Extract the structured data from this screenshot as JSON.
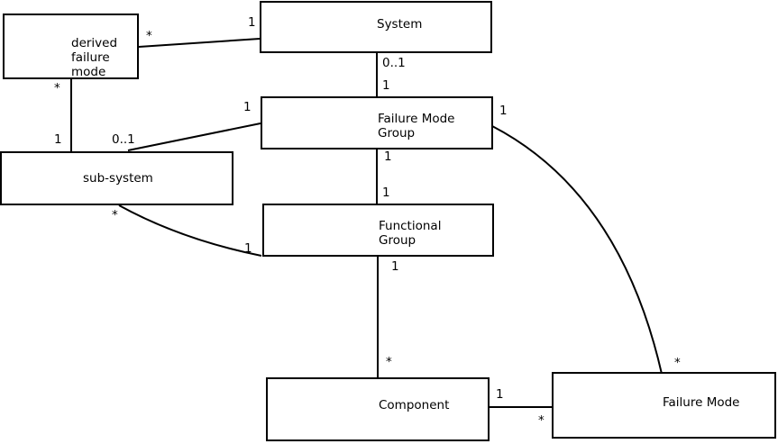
{
  "diagram": {
    "title": "system failure mode decomposition diagram",
    "colors": {
      "background": "#ffffff",
      "stroke": "#000000",
      "text": "#000000"
    },
    "boxes": [
      {
        "id": "derived-failure-mode",
        "label": "derived\nfailure\nmode"
      },
      {
        "id": "system",
        "label": "System"
      },
      {
        "id": "failure-mode-group",
        "label": "Failure Mode\nGroup"
      },
      {
        "id": "sub-system",
        "label": "sub-system"
      },
      {
        "id": "functional-group",
        "label": "Functional\nGroup"
      },
      {
        "id": "component",
        "label": "Component"
      },
      {
        "id": "failure-mode",
        "label": "Failure Mode"
      }
    ],
    "connections": [
      {
        "a": "derived-failure-mode",
        "a_mult": "*",
        "b": "system",
        "b_mult": "1"
      },
      {
        "a": "derived-failure-mode",
        "a_mult": "*",
        "b": "sub-system",
        "b_mult": "1"
      },
      {
        "a": "system",
        "a_mult": "0..1",
        "b": "failure-mode-group",
        "b_mult": "1"
      },
      {
        "a": "sub-system",
        "a_mult": "0..1",
        "b": "failure-mode-group",
        "b_mult": "1"
      },
      {
        "a": "failure-mode-group",
        "a_mult": "1",
        "b": "functional-group",
        "b_mult": "1"
      },
      {
        "a": "sub-system",
        "a_mult": "*",
        "b": "functional-group",
        "b_mult": "1"
      },
      {
        "a": "functional-group",
        "a_mult": "1",
        "b": "component",
        "b_mult": "*"
      },
      {
        "a": "component",
        "a_mult": "1",
        "b": "failure-mode",
        "b_mult": "*"
      },
      {
        "a": "failure-mode-group",
        "a_mult": "1",
        "b": "failure-mode",
        "b_mult": "*"
      }
    ]
  }
}
